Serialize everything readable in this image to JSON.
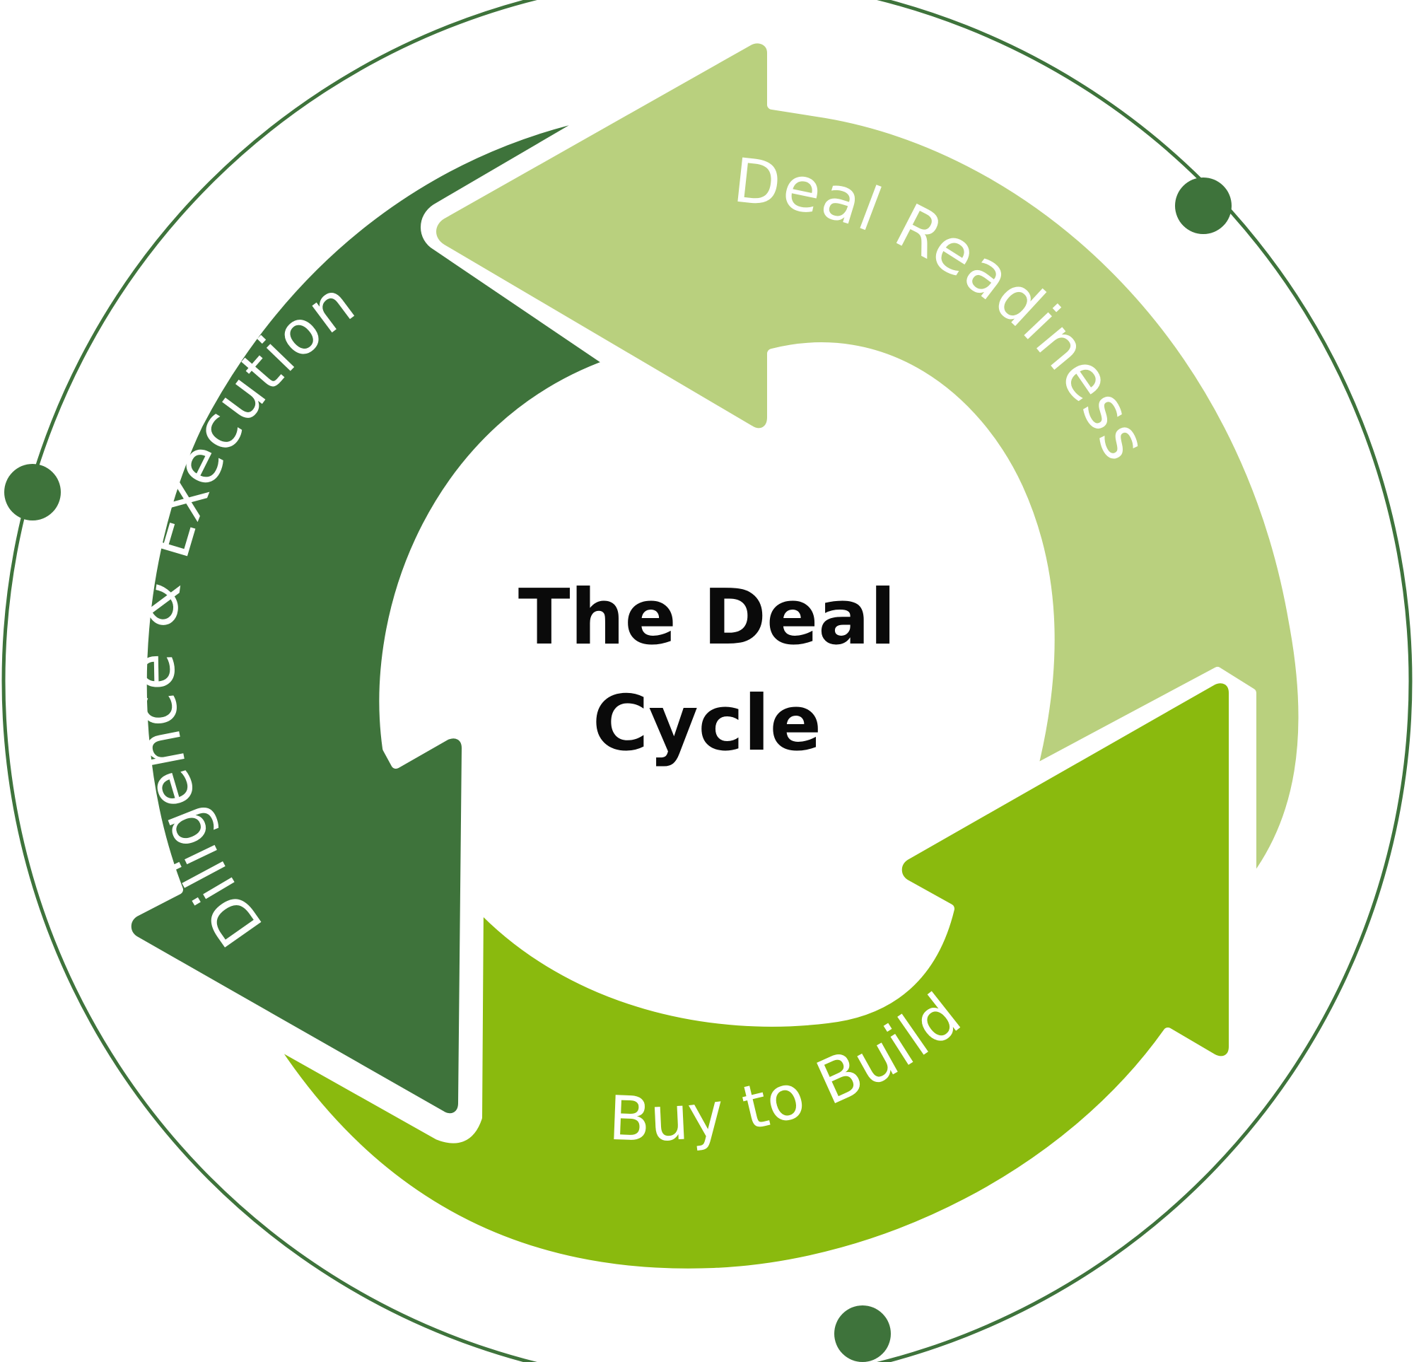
{
  "center": {
    "line1": "The Deal",
    "line2": "Cycle"
  },
  "segments": [
    {
      "id": "deal-readiness",
      "label": "Deal Readiness",
      "color": "#b9d07e"
    },
    {
      "id": "diligence-execution",
      "label": "Diligence & Execution",
      "color": "#3e733b"
    },
    {
      "id": "buy-to-build",
      "label": "Buy to Build",
      "color": "#8aba0e"
    }
  ],
  "colors": {
    "outer_ring": "#3e733b",
    "node_dot": "#3e733b",
    "background": "#ffffff",
    "center_text": "#0a0a0a",
    "label_text": "#ffffff"
  }
}
